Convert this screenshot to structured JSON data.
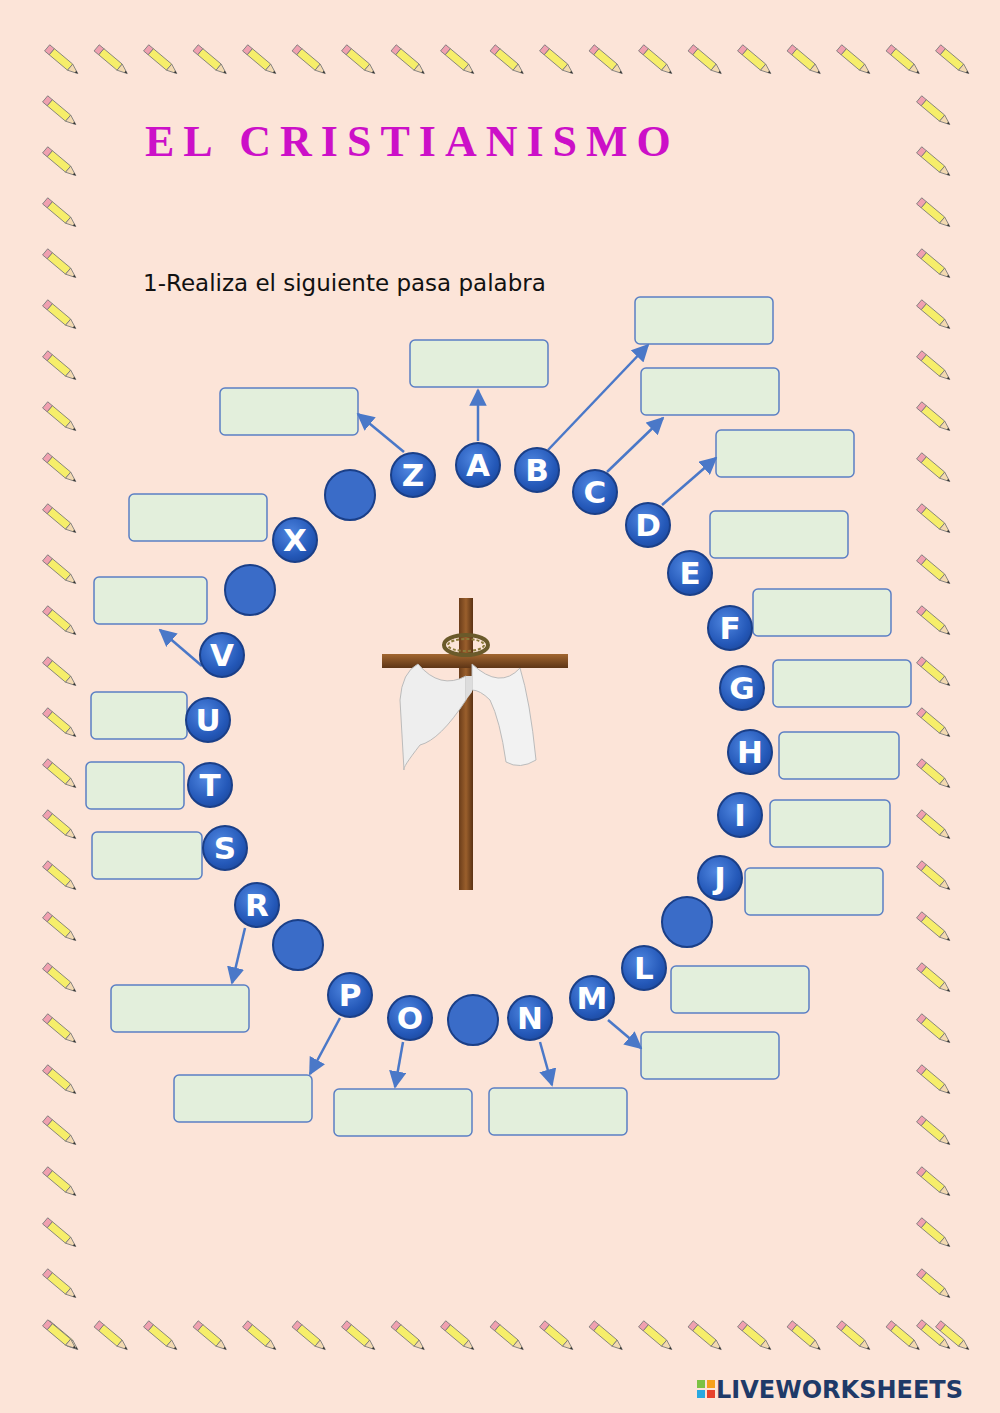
{
  "diagram": {
    "title": "EL CRISTIANISMO",
    "nodes": [
      {
        "text": [
          "A"
        ]
      },
      {
        "text": [
          "B"
        ]
      },
      {
        "text": [
          "C"
        ]
      },
      {
        "text": [
          "D"
        ]
      },
      {
        "text": [
          "E"
        ]
      },
      {
        "text": [
          "F"
        ]
      },
      {
        "text": [
          "G"
        ]
      },
      {
        "text": [
          "H"
        ]
      },
      {
        "text": [
          "I"
        ]
      },
      {
        "text": [
          "J"
        ]
      },
      {
        "text": [
          "L"
        ]
      },
      {
        "text": [
          "M"
        ]
      },
      {
        "text": [
          "N"
        ]
      },
      {
        "text": [
          "O"
        ]
      },
      {
        "text": [
          "P"
        ]
      },
      {
        "text": [
          "R"
        ]
      },
      {
        "text": [
          "S"
        ]
      },
      {
        "text": [
          "T"
        ]
      },
      {
        "text": [
          "U"
        ]
      },
      {
        "text": [
          "V"
        ]
      },
      {
        "text": [
          "X"
        ]
      },
      {
        "text": [
          "Z"
        ]
      }
    ],
    "labels": [
      "1-Realiza el siguiente pasa palabra",
      "LIVEWORKSHEETS"
    ]
  }
}
